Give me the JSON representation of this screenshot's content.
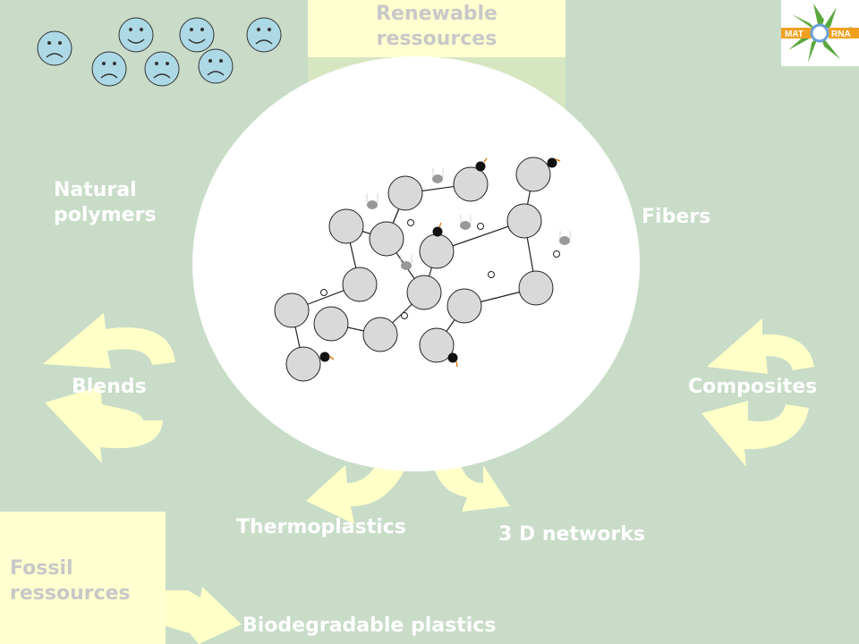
{
  "labels": {
    "renewable": "Renewable\nressources",
    "natural_polymers": "Natural\npolymers",
    "fibers": "Fibers",
    "blends": "Blends",
    "composites": "Composites",
    "thermoplastics": "Thermoplastics",
    "networks_3d": "3 D networks",
    "fossil": "Fossil\nressources",
    "biodegradable": "Biodegradable plastics"
  },
  "logo": {
    "left": "MAT",
    "right": "RNA"
  },
  "faces": [
    "sad",
    "happy",
    "happy",
    "sad",
    "sad",
    "sad",
    "sad"
  ],
  "colors": {
    "background": "#c8dcc8",
    "box": "#ffffd0",
    "arrow": "#ffffc8",
    "node": "#d9d9d9",
    "face": "#add8e6",
    "logo_green": "#5aa83c",
    "logo_orange": "#f0a020"
  }
}
